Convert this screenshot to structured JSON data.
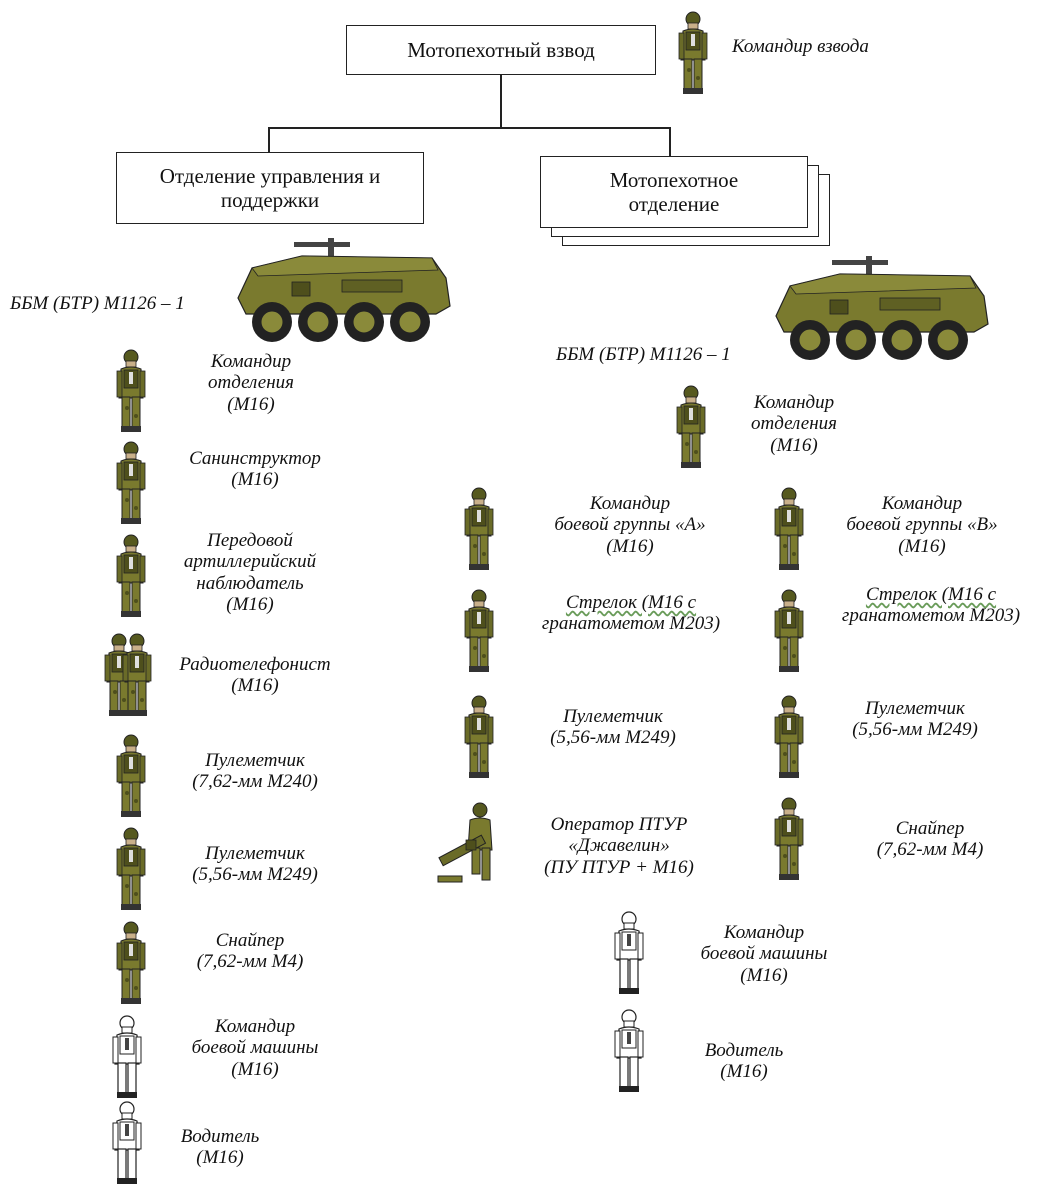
{
  "colors": {
    "olive": "#7a7a2e",
    "olive_dark": "#4e4f1c",
    "outline": "#222222",
    "skin": "#c9b08a"
  },
  "diagram": {
    "root": {
      "label": "Мотопехотный взвод"
    },
    "platoon_leader": {
      "label": "Командир взвода"
    },
    "support_section": {
      "line1": "Отделение управления и",
      "line2": "поддержки"
    },
    "infantry_section": {
      "line1": "Мотопехотное",
      "line2": "отделение"
    },
    "left_vehicle": {
      "label": "ББМ (БТР) М1126 – 1"
    },
    "right_vehicle": {
      "label": "ББМ (БТР) М1126 – 1"
    },
    "left_column": [
      {
        "icon": "soldier-olive-icon",
        "lines": [
          "Командир",
          "отделения",
          "(М16)"
        ]
      },
      {
        "icon": "soldier-olive-icon",
        "lines": [
          "Санинструктор",
          "(М16)"
        ]
      },
      {
        "icon": "soldier-olive-icon",
        "lines": [
          "Передовой",
          "артиллерийский",
          "наблюдатель",
          "(М16)"
        ]
      },
      {
        "icon": "soldier-pair-olive-icon",
        "lines": [
          "Радиотелефонист",
          "(М16)"
        ]
      },
      {
        "icon": "soldier-olive-icon",
        "lines": [
          "Пулеметчик",
          "(7,62-мм М240)"
        ]
      },
      {
        "icon": "soldier-olive-icon",
        "lines": [
          "Пулеметчик",
          "(5,56-мм М249)"
        ]
      },
      {
        "icon": "soldier-olive-icon",
        "lines": [
          "Снайпер",
          "(7,62-мм М4)"
        ]
      },
      {
        "icon": "soldier-outline-icon",
        "lines": [
          "Командир",
          "боевой машины",
          "(М16)"
        ]
      },
      {
        "icon": "soldier-outline-icon",
        "lines": [
          "Водитель",
          "(М16)"
        ]
      }
    ],
    "right_top": {
      "icon": "soldier-olive-icon",
      "lines": [
        "Командир",
        "отделения",
        "(М16)"
      ]
    },
    "team_a": [
      {
        "icon": "soldier-olive-icon",
        "lines": [
          "Командир",
          "боевой группы «А»",
          "(М16)"
        ]
      },
      {
        "icon": "soldier-olive-icon",
        "lines": [
          "Стрелок (М16 с",
          "гранатометом М203)"
        ]
      },
      {
        "icon": "soldier-olive-icon",
        "lines": [
          "Пулеметчик",
          "(5,56-мм М249)"
        ]
      },
      {
        "icon": "javelin-operator-icon",
        "lines": [
          "Оператор ПТУР",
          "«Джавелин»",
          "(ПУ ПТУР + М16)"
        ]
      }
    ],
    "team_b": [
      {
        "icon": "soldier-olive-icon",
        "lines": [
          "Командир",
          "боевой группы «В»",
          "(М16)"
        ]
      },
      {
        "icon": "soldier-olive-icon",
        "lines": [
          "Стрелок (М16 с",
          "гранатометом М203)"
        ]
      },
      {
        "icon": "soldier-olive-icon",
        "lines": [
          "Пулеметчик",
          "(5,56-мм М249)"
        ]
      },
      {
        "icon": "soldier-olive-icon",
        "lines": [
          "Снайпер",
          "(7,62-мм М4)"
        ]
      }
    ],
    "right_crew": [
      {
        "icon": "soldier-outline-icon",
        "lines": [
          "Командир",
          "боевой машины",
          "(М16)"
        ]
      },
      {
        "icon": "soldier-outline-icon",
        "lines": [
          "Водитель",
          "(М16)"
        ]
      }
    ]
  }
}
